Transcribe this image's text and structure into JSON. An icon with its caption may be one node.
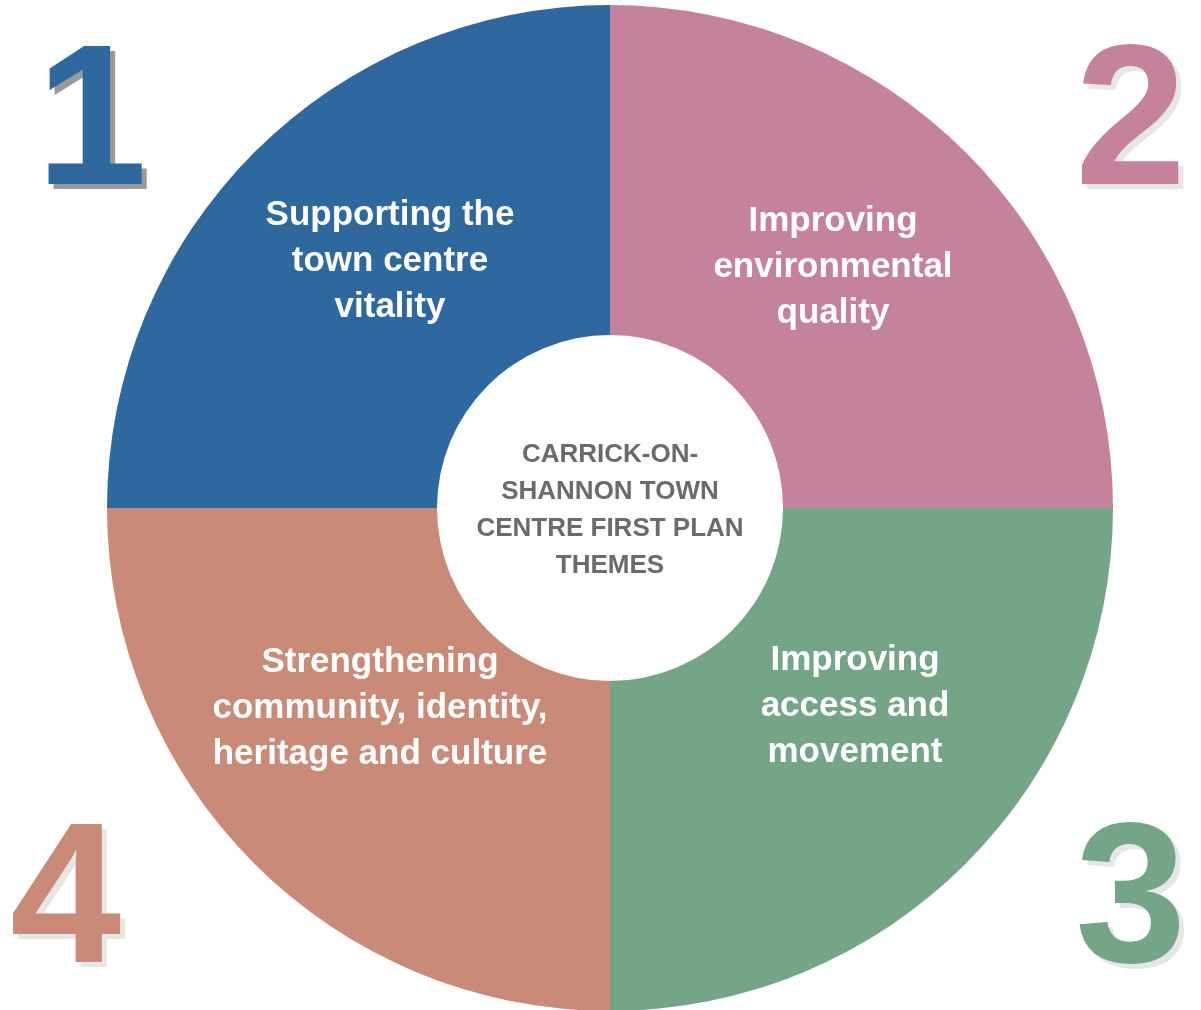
{
  "diagram": {
    "nodes": [
      {
        "text": [
          "Supporting the town centre vitality"
        ],
        "beside": [
          "1"
        ]
      },
      {
        "text": [
          "Improving environmental quality"
        ],
        "beside": [
          "2"
        ]
      },
      {
        "text": [
          "Improving access and movement"
        ],
        "beside": [
          "3"
        ]
      },
      {
        "text": [
          "Strengthening community, identity, heritage and culture"
        ],
        "beside": [
          "4"
        ]
      },
      {
        "text": [
          "CARRICK-ON-SHANNON TOWN CENTRE FIRST PLAN THEMES"
        ]
      }
    ]
  }
}
